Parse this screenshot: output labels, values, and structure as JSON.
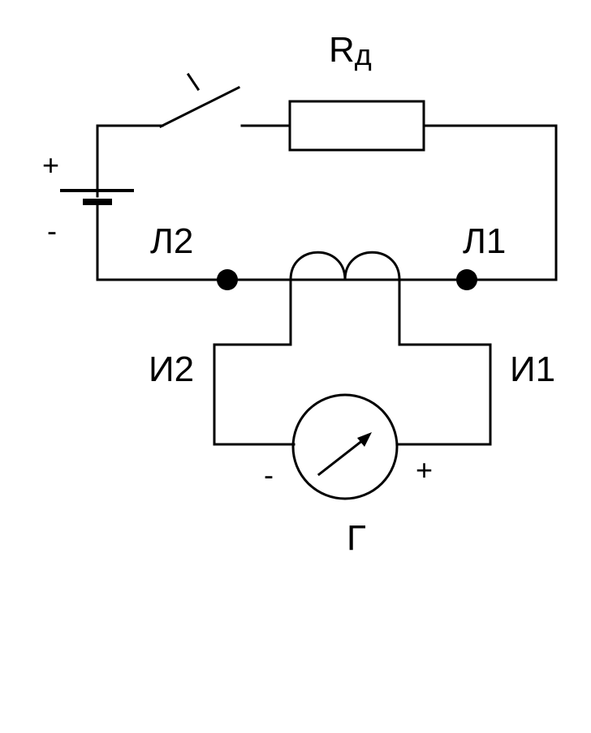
{
  "diagram": {
    "resistor_label_main": "R",
    "resistor_label_sub": "д",
    "battery_plus": "+",
    "battery_minus": "-",
    "terminal_l2": "Л2",
    "terminal_l1": "Л1",
    "terminal_i2": "И2",
    "terminal_i1": "И1",
    "galvanometer_minus": "-",
    "galvanometer_plus": "+",
    "galvanometer_label": "Г"
  }
}
